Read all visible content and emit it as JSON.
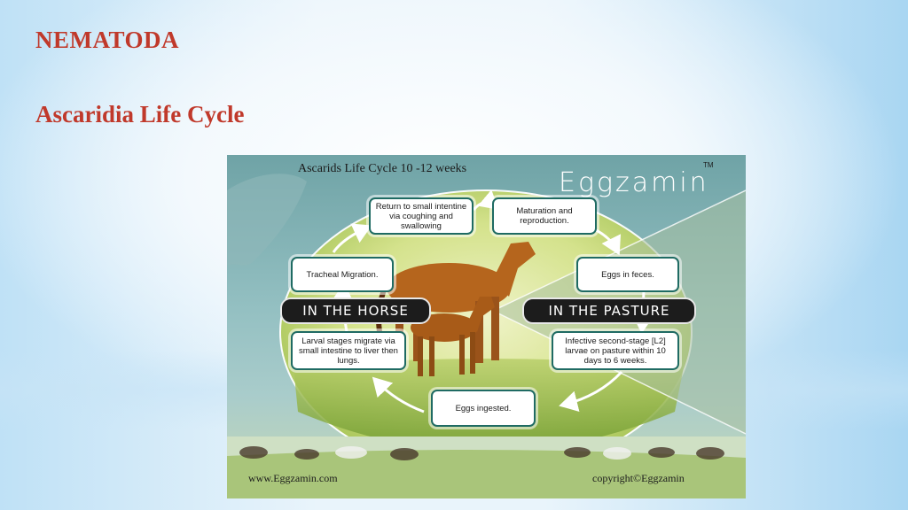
{
  "slide": {
    "title": "NEMATODA",
    "subtitle": "Ascaridia Life Cycle"
  },
  "figure": {
    "title": "Ascarids Life Cycle 10 -12 weeks",
    "brand": "Eggzamin",
    "trademark": "TM",
    "labels": {
      "horse": "IN THE HORSE",
      "pasture": "IN THE PASTURE"
    },
    "steps": {
      "return": "Return to small intentine via coughing and swallowing",
      "maturation": "Maturation and reproduction.",
      "eggs_feces": "Eggs in feces.",
      "infective": "Infective second-stage [L2] larvae on pasture within 10 days to 6 weeks.",
      "eggs_ingested": "Eggs ingested.",
      "larval": "Larval stages migrate via small intestine to liver then lungs.",
      "tracheal": "Tracheal Migration."
    },
    "footer": {
      "website": "www.Eggzamin.com",
      "copyright": "copyright©Eggzamin"
    }
  }
}
